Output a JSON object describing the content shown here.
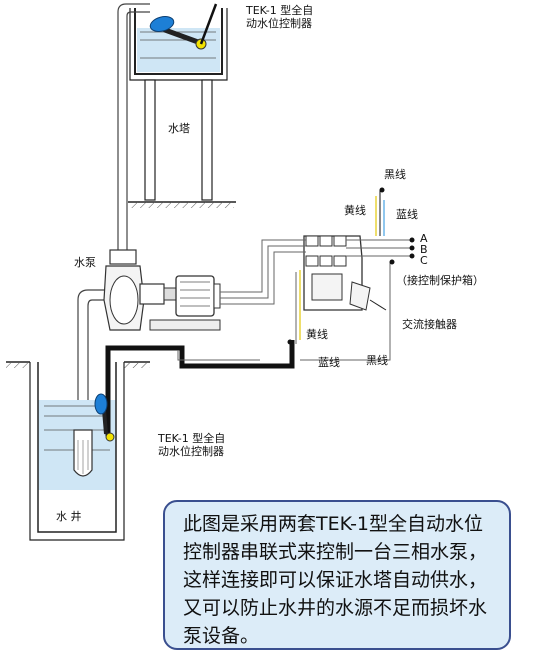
{
  "labels": {
    "tower_controller": "TEK-1 型全自\n动水位控制器",
    "tower": "水塔",
    "black_wire_top": "黑线",
    "yellow_wire_top": "黄线",
    "blue_wire_top": "蓝线",
    "phase_a": "A",
    "phase_b": "B",
    "phase_c": "C",
    "protection_box": "（接控制保护箱）",
    "contactor": "交流接触器",
    "pump": "水泵",
    "yellow_wire_bottom": "黄线",
    "blue_wire_bottom": "蓝线",
    "black_wire_bottom": "黑线",
    "well_controller": "TEK-1 型全自\n动水位控制器",
    "well": "水 井"
  },
  "note": "此图是采用两套TEK-1型全自动水位控制器串联式来控制一台三相水泵，这样连接即可以保证水塔自动供水，又可以防止水井的水源不足而损坏水泵设备。",
  "colors": {
    "water": "#cfe6f5",
    "float": "#1d7fd6",
    "switch": "#f2e200",
    "cable": "#111111",
    "yellow_wire": "#e8d23a",
    "blue_wire": "#6ab4e8",
    "note_bg": "#dcecf8",
    "note_border": "#3a4f8f"
  }
}
